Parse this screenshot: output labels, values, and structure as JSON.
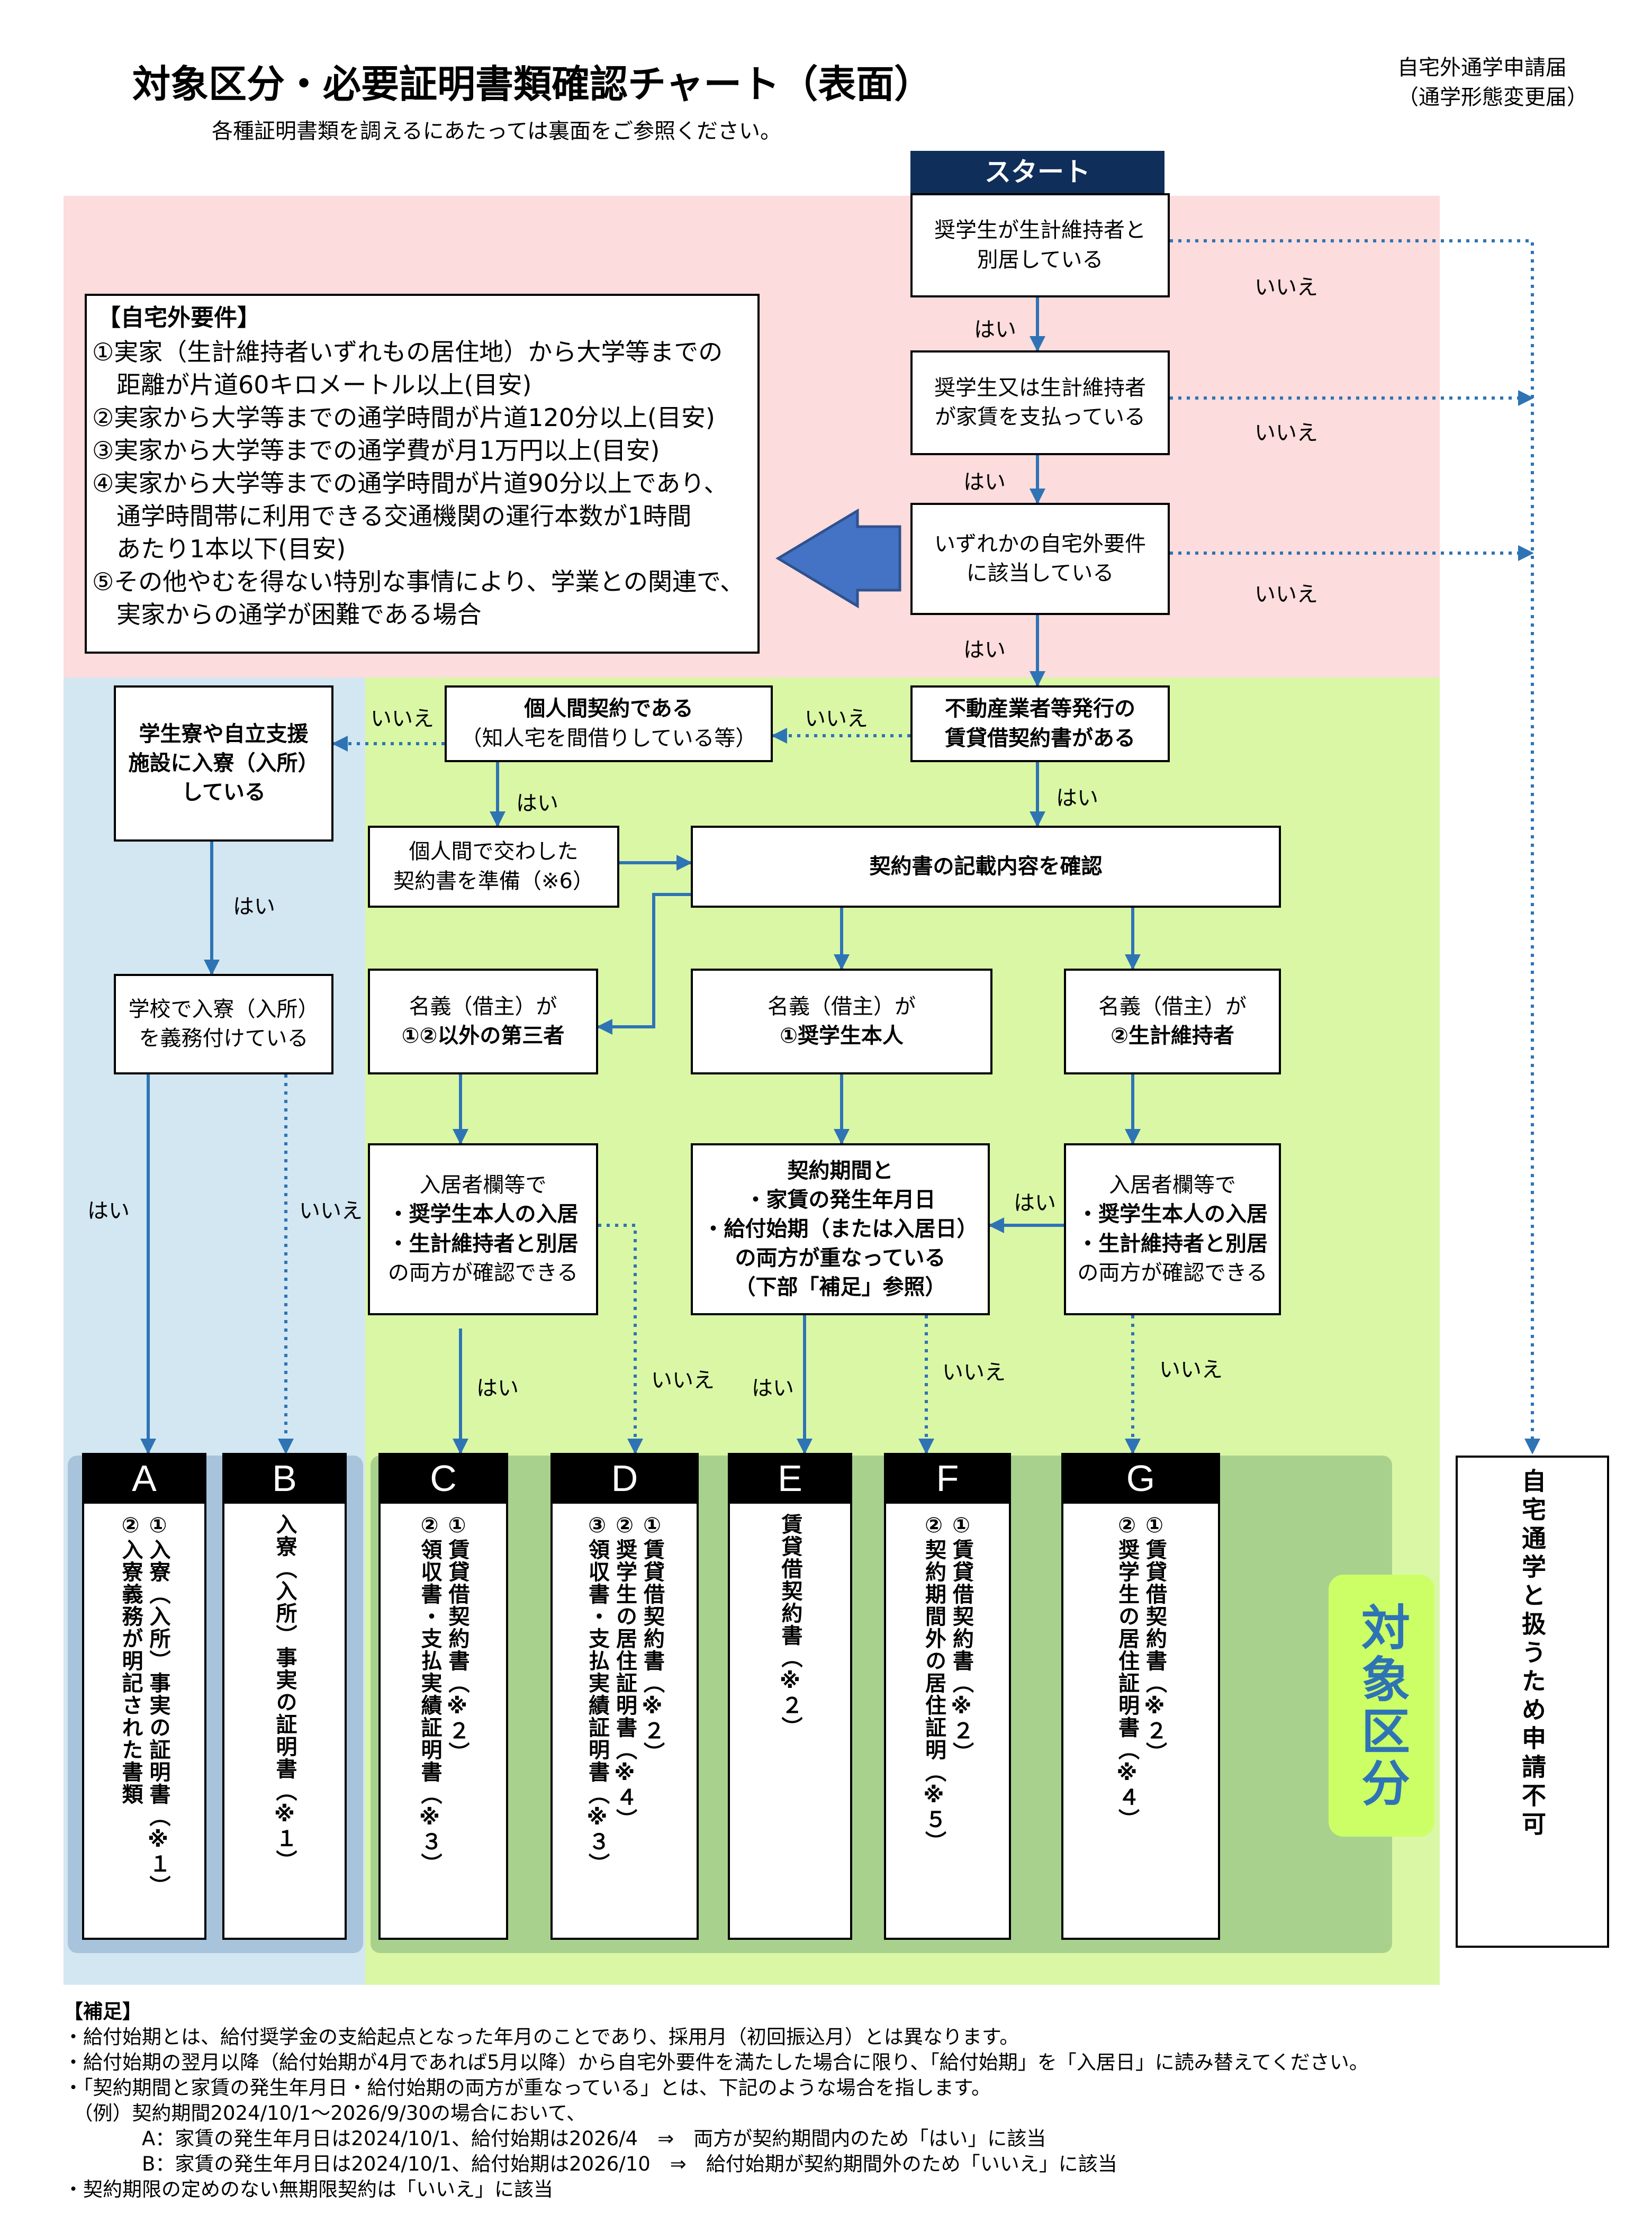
{
  "header": {
    "title": "対象区分・必要証明書類確認チャート（表面）",
    "subtitle": "各種証明書類を調えるにあたっては裏面をご参照ください。",
    "form_name_1": "自宅外通学申請届",
    "form_name_2": "（通学形態変更届）"
  },
  "colors": {
    "pink_zone": "#fcdcdc",
    "blue_zone": "#d3e7f2",
    "green_zone": "#daf7a6",
    "category_panel": "#a9d18e",
    "category_label_bg": "#ccff66",
    "start_bg": "#0f2e5a",
    "arrow_blue": "#2e74b5",
    "left_arrow_fill": "#4472c4"
  },
  "start_label": "スタート",
  "requirements": {
    "heading": "【自宅外要件】",
    "lines": [
      "①実家（生計維持者いずれもの居住地）から大学等までの",
      "　距離が片道60キロメートル以上(目安)",
      "②実家から大学等までの通学時間が片道120分以上(目安)",
      "③実家から大学等までの通学費が月1万円以上(目安)",
      "④実家から大学等までの通学時間が片道90分以上であり、",
      "　通学時間帯に利用できる交通機関の運行本数が1時間",
      "　あたり1本以下(目安)",
      "⑤その他やむを得ない特別な事情により、学業との関連で、",
      "　実家からの通学が困難である場合"
    ]
  },
  "nodes": {
    "q1": [
      "奨学生が生計維持者と",
      "別居している"
    ],
    "q2": [
      "奨学生又は生計維持者",
      "が家賃を支払っている"
    ],
    "q3": [
      "いずれかの自宅外要件",
      "に該当している"
    ],
    "q4": [
      "不動産業者等発行の",
      "賃貸借契約書がある"
    ],
    "q5": [
      "個人間契約である",
      "（知人宅を間借りしている等）"
    ],
    "q6": [
      "学生寮や自立支援",
      "施設に入寮（入所）",
      "している"
    ],
    "p1": [
      "個人間で交わした",
      "契約書を準備（※6）"
    ],
    "p2": [
      "契約書の記載内容を確認"
    ],
    "q7": [
      "学校で入寮（入所）",
      "を義務付けている"
    ],
    "n1": [
      "名義（借主）が",
      "①②以外の第三者"
    ],
    "n2": [
      "名義（借主）が",
      "①奨学生本人"
    ],
    "n3": [
      "名義（借主）が",
      "②生計維持者"
    ],
    "c1": [
      "入居者欄等で",
      "・奨学生本人の入居",
      "・生計維持者と別居",
      "の両方が確認できる"
    ],
    "c2": [
      "契約期間と",
      "・家賃の発生年月日",
      "・給付始期（または入居日）",
      "の両方が重なっている",
      "（下部「補足」参照）"
    ],
    "c3": [
      "入居者欄等で",
      "・奨学生本人の入居",
      "・生計維持者と別居",
      "の両方が確認できる"
    ]
  },
  "edge_labels": {
    "yes": "はい",
    "no": "いいえ"
  },
  "categories": [
    {
      "letter": "A",
      "cols": [
        "①入寮（入所）事実の証明書（※１）",
        "②入寮義務が明記された書類"
      ]
    },
    {
      "letter": "B",
      "cols": [
        "入寮（入所）事実の証明書（※１）"
      ]
    },
    {
      "letter": "C",
      "cols": [
        "①賃貸借契約書（※２）",
        "②領収書・支払実績証明書（※３）"
      ]
    },
    {
      "letter": "D",
      "cols": [
        "①賃貸借契約書（※２）",
        "②奨学生の居住証明書（※４）",
        "③領収書・支払実績証明書（※３）"
      ]
    },
    {
      "letter": "E",
      "cols": [
        "賃貸借契約書（※２）"
      ]
    },
    {
      "letter": "F",
      "cols": [
        "①賃貸借契約書（※２）",
        "②契約期間外の居住証明（※５）"
      ]
    },
    {
      "letter": "G",
      "cols": [
        "①賃貸借契約書（※２）",
        "②奨学生の居住証明書（※４）"
      ]
    }
  ],
  "category_label": "対象区分",
  "not_accepted": "自宅通学と扱うため申請不可",
  "supplement": {
    "heading": "【補足】",
    "lines": [
      "・給付始期とは、給付奨学金の支給起点となった年月のことであり、採用月（初回振込月）とは異なります。",
      "・給付始期の翌月以降（給付始期が4月であれば5月以降）から自宅外要件を満たした場合に限り、「給付始期」を「入居日」に読み替えてください。",
      "・「契約期間と家賃の発生年月日・給付始期の両方が重なっている」とは、下記のような場合を指します。",
      "　（例）契約期間2024/10/1～2026/9/30の場合において、",
      "　　　　A：家賃の発生年月日は2024/10/1、給付始期は2026/4　⇒　両方が契約期間内のため「はい」に該当",
      "　　　　B：家賃の発生年月日は2024/10/1、給付始期は2026/10　⇒　給付始期が契約期間外のため「いいえ」に該当",
      "・契約期限の定めのない無期限契約は「いいえ」に該当"
    ]
  }
}
